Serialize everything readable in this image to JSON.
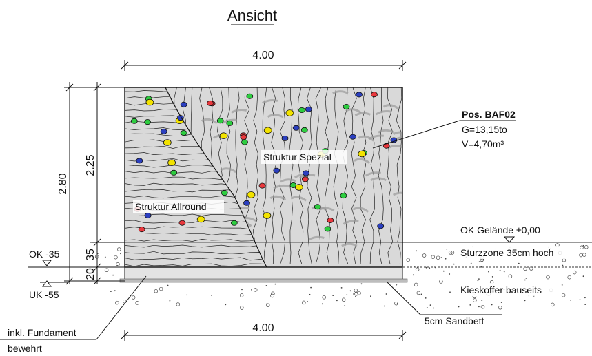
{
  "title": "Ansicht",
  "dimensions": {
    "width_top": "4.00",
    "width_bottom": "4.00",
    "height_total": "2.80",
    "height_wall": "2.25",
    "height_zone": "35",
    "height_foundation": "20"
  },
  "levels": {
    "ok": "OK -35",
    "uk": "UK -55",
    "ground": "OK Gelände ±0,00"
  },
  "labels": {
    "allround": "Struktur Allround",
    "spezial": "Struktur Spezial",
    "fall_zone": "Sturzzone 35cm hoch",
    "gravel": "Kieskoffer bauseits",
    "sand": "5cm Sandbett",
    "foundation_line1": "inkl. Fundament",
    "foundation_line2": "bewehrt"
  },
  "position": {
    "name": "Pos. BAF02",
    "weight": "G=13,15to",
    "volume": "V=4,70m³"
  },
  "colors": {
    "wall_fill": "#d9d9d9",
    "hold_green": "#2ecc40",
    "hold_yellow": "#f2e200",
    "hold_red": "#e8383d",
    "hold_blue": "#2b3fbf"
  }
}
